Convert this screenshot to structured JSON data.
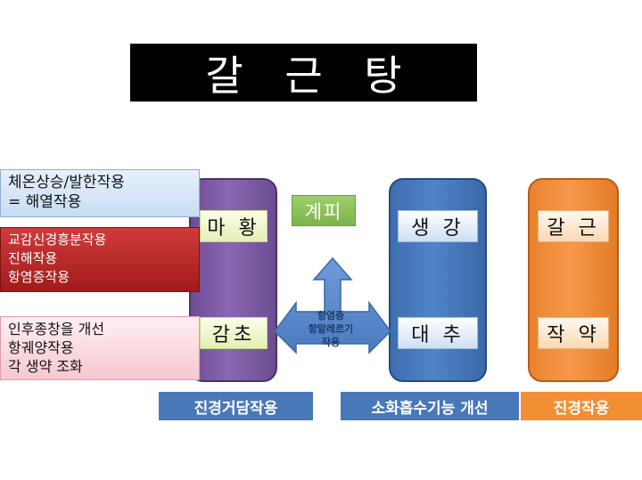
{
  "title": "갈 근 탕",
  "columns": {
    "purple": {
      "herbs": [
        "마 황",
        "감초"
      ]
    },
    "blue": {
      "herbs": [
        "생 강",
        "대 추"
      ]
    },
    "orange": {
      "herbs": [
        "갈 근",
        "작 약"
      ]
    }
  },
  "gyepi": "계피",
  "arrow_label": [
    "항염증",
    "항알레르기",
    "작용"
  ],
  "notes": [
    {
      "lines": [
        "체온상승/발한작용",
        "= 해열작용"
      ]
    },
    {
      "lines": [
        "교감신경흥분작용",
        "진해작용",
        "항염증작용"
      ]
    },
    {
      "lines": [
        "인후종창을 개선",
        "항궤양작용",
        "각 생약 조화"
      ]
    }
  ],
  "bands": [
    "진경거담작용",
    "소화흡수기능 개선",
    "진경작용"
  ],
  "colors": {
    "purple": "#7c5ba6",
    "blue": "#4a7fc1",
    "orange": "#f28e34",
    "green": "#8cc25a",
    "red": "#b52525"
  }
}
